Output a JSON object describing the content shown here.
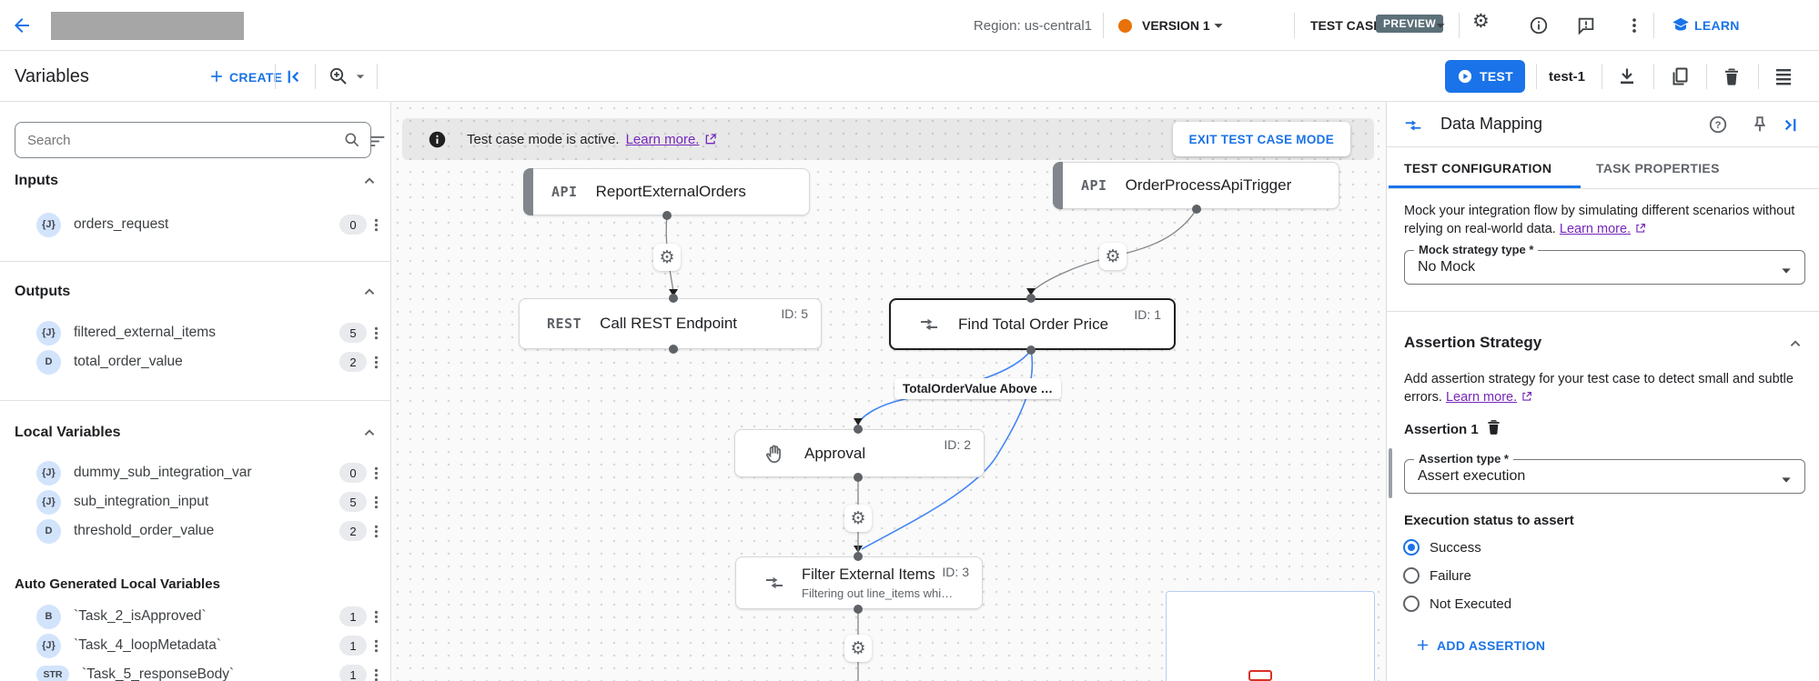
{
  "topbar": {
    "region": "Region: us-central1",
    "version": "VERSION 1",
    "test_case_label": "TEST CASE",
    "preview_badge": "PREVIEW",
    "learn_label": "LEARN"
  },
  "toolbar": {
    "title": "Variables",
    "create_label": "CREATE",
    "test_button": "TEST",
    "test_name": "test-1"
  },
  "sidebar": {
    "search_placeholder": "Search",
    "sections": [
      {
        "title": "Inputs",
        "items": [
          {
            "badge": "{J}",
            "name": "orders_request",
            "count": "0"
          }
        ]
      },
      {
        "title": "Outputs",
        "items": [
          {
            "badge": "{J}",
            "name": "filtered_external_items",
            "count": "5"
          },
          {
            "badge": "D",
            "name": "total_order_value",
            "count": "2"
          }
        ]
      },
      {
        "title": "Local Variables",
        "items": [
          {
            "badge": "{J}",
            "name": "dummy_sub_integration_var",
            "count": "0"
          },
          {
            "badge": "{J}",
            "name": "sub_integration_input",
            "count": "5"
          },
          {
            "badge": "D",
            "name": "threshold_order_value",
            "count": "2"
          }
        ]
      },
      {
        "title": "Auto Generated Local Variables",
        "items": [
          {
            "badge": "B",
            "name": "`Task_2_isApproved`",
            "count": "1"
          },
          {
            "badge": "{J}",
            "name": "`Task_4_loopMetadata`",
            "count": "1"
          },
          {
            "badge": "STR",
            "name": "`Task_5_responseBody`",
            "count": "1"
          }
        ]
      }
    ]
  },
  "canvas": {
    "banner": {
      "text": "Test case mode is active.",
      "learn_more": "Learn more.",
      "exit_button": "EXIT TEST CASE MODE"
    },
    "nodes": {
      "report": {
        "icon": "API",
        "title": "ReportExternalOrders"
      },
      "trigger": {
        "icon": "API",
        "title": "OrderProcessApiTrigger"
      },
      "rest": {
        "icon": "REST",
        "title": "Call REST Endpoint",
        "id": "ID: 5"
      },
      "find": {
        "title": "Find Total Order Price",
        "id": "ID: 1"
      },
      "approval": {
        "title": "Approval",
        "id": "ID: 2"
      },
      "filter": {
        "title": "Filter External Items",
        "subtitle": "Filtering out line_items whi…",
        "id": "ID: 3"
      }
    },
    "edge_label": "TotalOrderValue Above …"
  },
  "panel": {
    "title": "Data Mapping",
    "tabs": [
      "TEST CONFIGURATION",
      "TASK PROPERTIES"
    ],
    "mock_description": "Mock your integration flow by simulating different scenarios without relying on real-world data.",
    "mock_learn_more": "Learn more.",
    "mock_field_label": "Mock strategy type *",
    "mock_field_value": "No Mock",
    "assertion_section_title": "Assertion Strategy",
    "assertion_description": "Add assertion strategy for your test case to detect small and subtle errors.",
    "assertion_learn_more": "Learn more.",
    "assertion_item_title": "Assertion 1",
    "assertion_type_label": "Assertion type *",
    "assertion_type_value": "Assert execution",
    "execution_status_label": "Execution status to assert",
    "radio_options": [
      "Success",
      "Failure",
      "Not Executed"
    ],
    "add_assertion_label": "ADD ASSERTION"
  },
  "colors": {
    "accent": "#1a73e8",
    "edge_blue": "#4285f4",
    "orange_dot": "#e8710a",
    "link_purple": "#7627bb",
    "preview_badge_bg": "#5c7079"
  }
}
